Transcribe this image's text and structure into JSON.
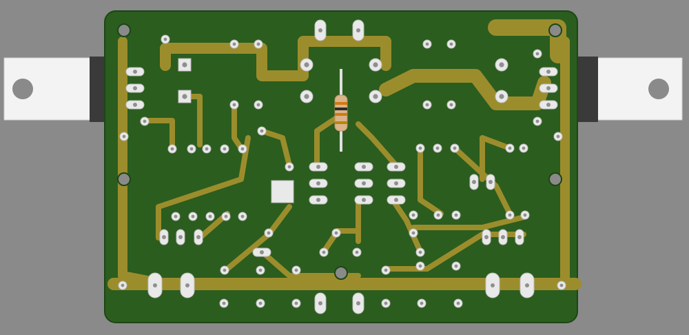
{
  "colors": {
    "background": "#8a8a8a",
    "board": "#2b5d1f",
    "board_edge": "#1d4615",
    "copper": "#9c8d2c",
    "pad": "#e9e9e9",
    "pad_hole": "#8f8f8f",
    "mounting_hole": "#8a8a8a",
    "heatsink_tab": "#f3f3f3",
    "transistor_body": "#3a3a3a",
    "resistor_body": "#d9b48a"
  },
  "board": {
    "corner_style": "rounded",
    "layer": "bottom copper"
  },
  "components": [
    {
      "kind": "TO-220 transistor",
      "side": "left"
    },
    {
      "kind": "TO-220 transistor",
      "side": "right"
    },
    {
      "kind": "axial resistor",
      "bands": [
        "#d07a12",
        "#2b2b2b",
        "#d07a12",
        "#b8860b"
      ]
    }
  ]
}
